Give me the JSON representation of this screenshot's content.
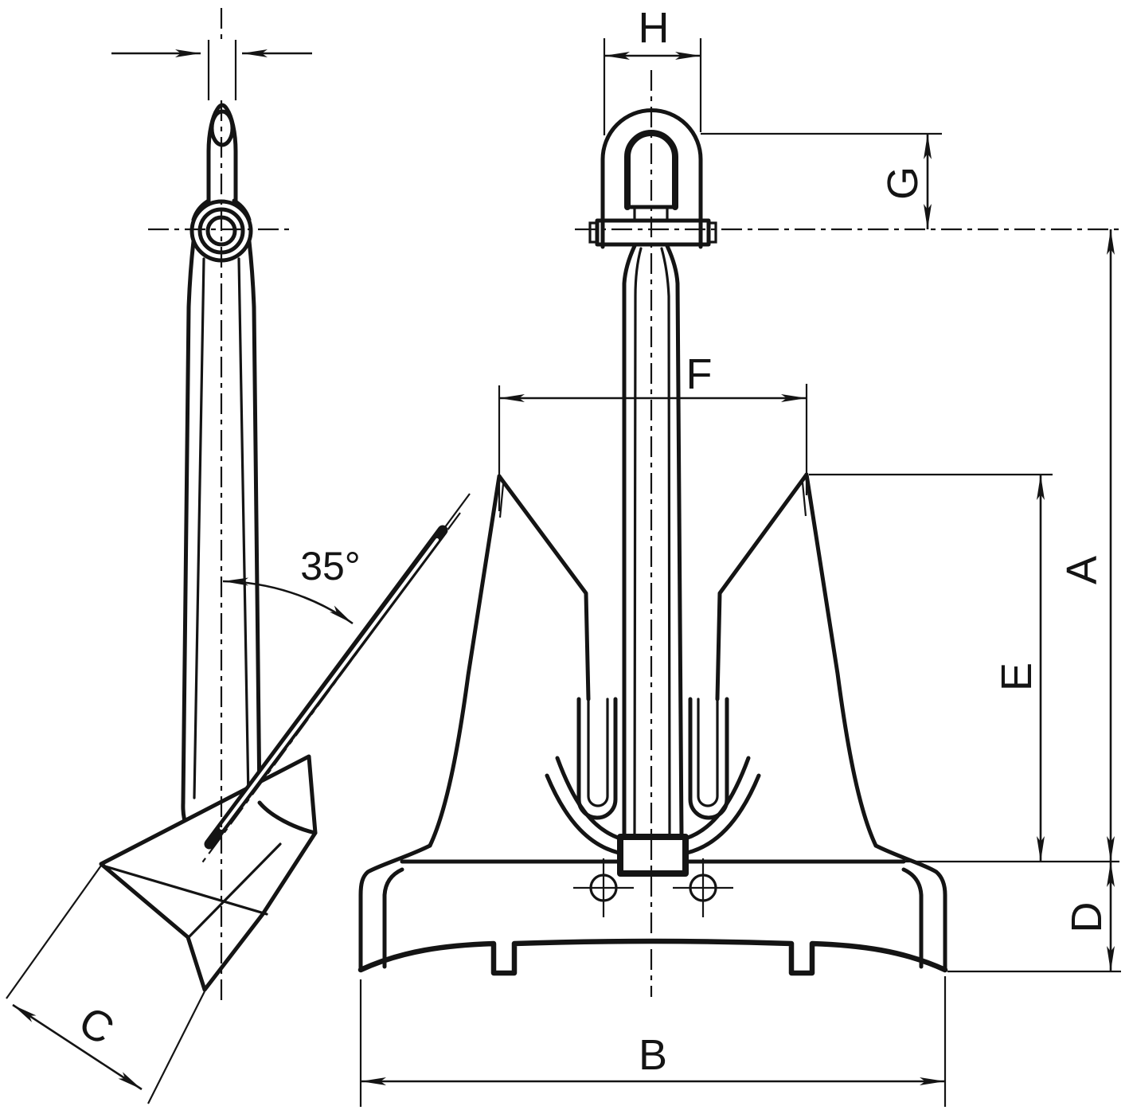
{
  "labels": {
    "A": "A",
    "B": "B",
    "C": "C",
    "D": "D",
    "E": "E",
    "F": "F",
    "G": "G",
    "H": "H",
    "angle": "35°"
  },
  "colors": {
    "ink": "#141414",
    "background": "#ffffff"
  }
}
